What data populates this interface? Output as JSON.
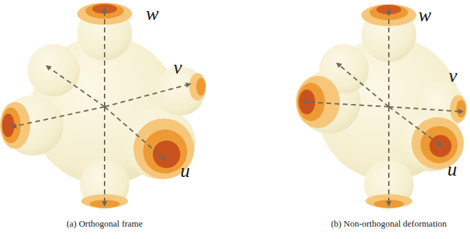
{
  "diagram": {
    "labels": [
      "w",
      "v",
      "u",
      "(a) Orthogonal frame",
      "w",
      "v",
      "u",
      "(b) Non-orthogonal deformation"
    ]
  }
}
